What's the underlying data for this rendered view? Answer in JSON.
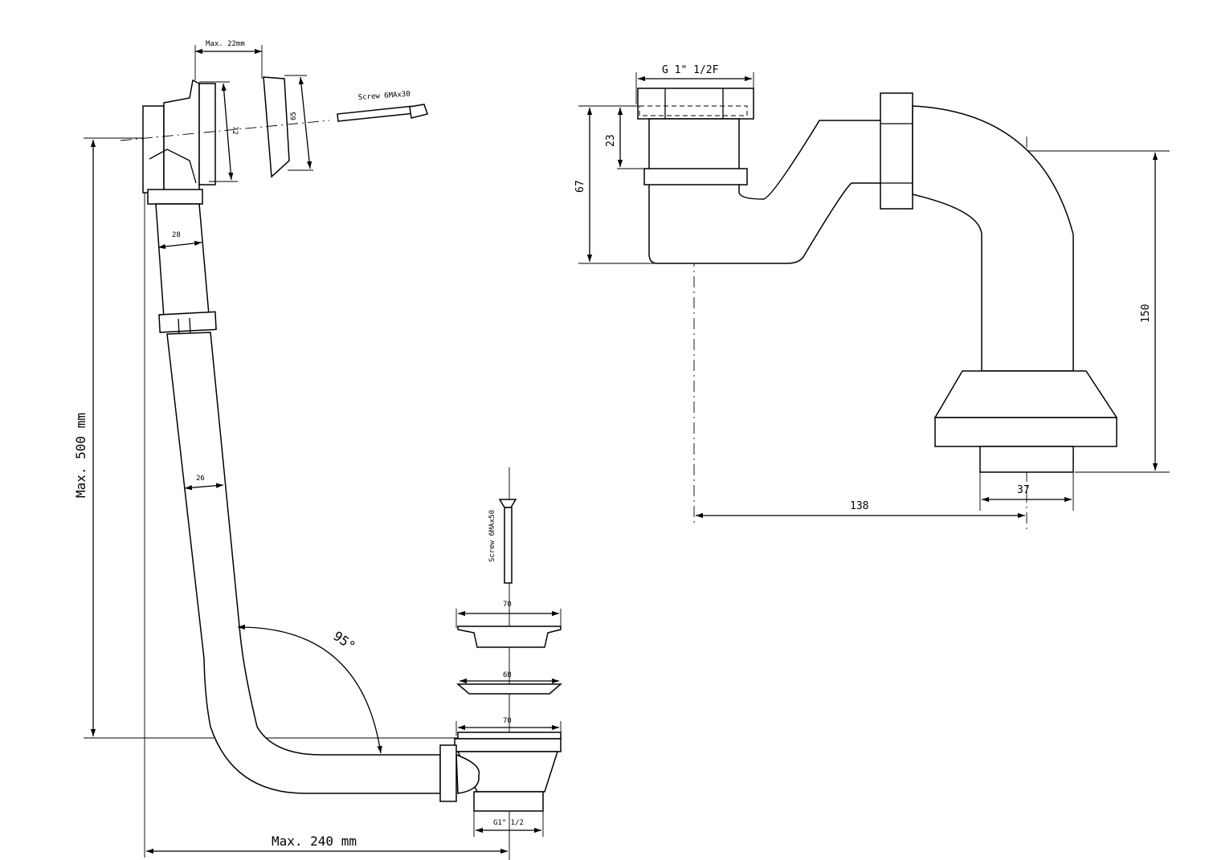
{
  "left_view": {
    "max_depth_label": "Max. 22mm",
    "screw_top_label": "Screw 6MAx30",
    "dim_72": "72",
    "dim_65": "65",
    "dim_28": "28",
    "dim_26": "26",
    "angle_label": "95°",
    "max_height_label": "Max. 500 mm",
    "max_width_label": "Max. 240 mm",
    "screw_bottom_label": "Screw 6MAx50",
    "dim_70_top": "70",
    "dim_68": "68",
    "dim_70_bottom": "70",
    "thread_label": "G1\" 1/2"
  },
  "right_view": {
    "thread_label": "G 1\" 1/2F",
    "dim_23": "23",
    "dim_67": "67",
    "dim_150": "150",
    "dim_37": "37",
    "dim_138": "138"
  }
}
